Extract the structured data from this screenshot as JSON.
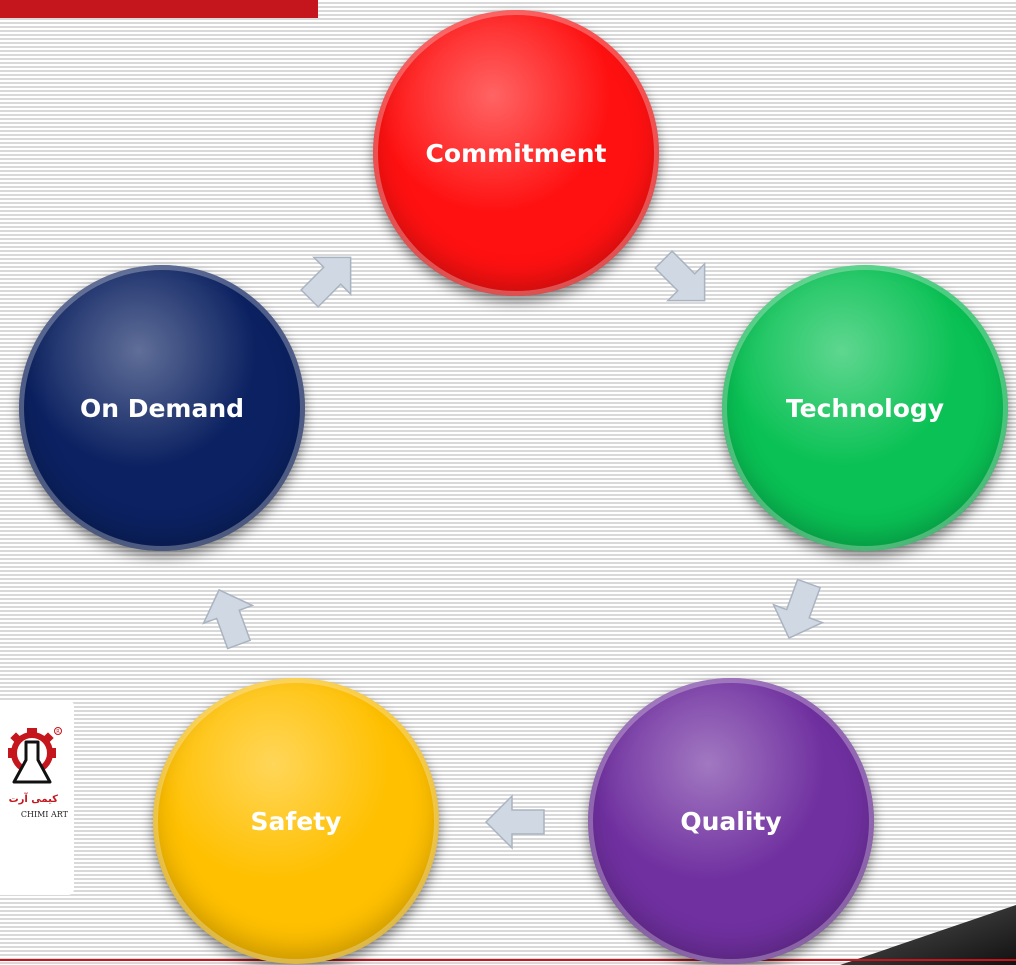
{
  "nodes": [
    {
      "id": "commitment",
      "label": "Commitment",
      "color": "#ff1111",
      "text_color": "#ffffff"
    },
    {
      "id": "technology",
      "label": "Technology",
      "color": "#09c154",
      "text_color": "#ffffff"
    },
    {
      "id": "quality",
      "label": "Quality",
      "color": "#7030a0",
      "text_color": "#ffffff"
    },
    {
      "id": "safety",
      "label": "Safety",
      "color": "#ffc000",
      "text_color": "#ffffff"
    },
    {
      "id": "ondemand",
      "label": "On Demand",
      "color": "#0b2161",
      "text_color": "#ffffff"
    }
  ],
  "edges": [
    {
      "from": "commitment",
      "to": "technology"
    },
    {
      "from": "technology",
      "to": "quality"
    },
    {
      "from": "quality",
      "to": "safety"
    },
    {
      "from": "safety",
      "to": "ondemand"
    },
    {
      "from": "ondemand",
      "to": "commitment"
    }
  ],
  "logo": {
    "text_fa": "کیمی آرت",
    "text_en": "CHIMI ART"
  },
  "colors": {
    "accent": "#c4161c",
    "arrow_fill": "#cfd8e3",
    "arrow_stroke": "#aab4c0"
  }
}
